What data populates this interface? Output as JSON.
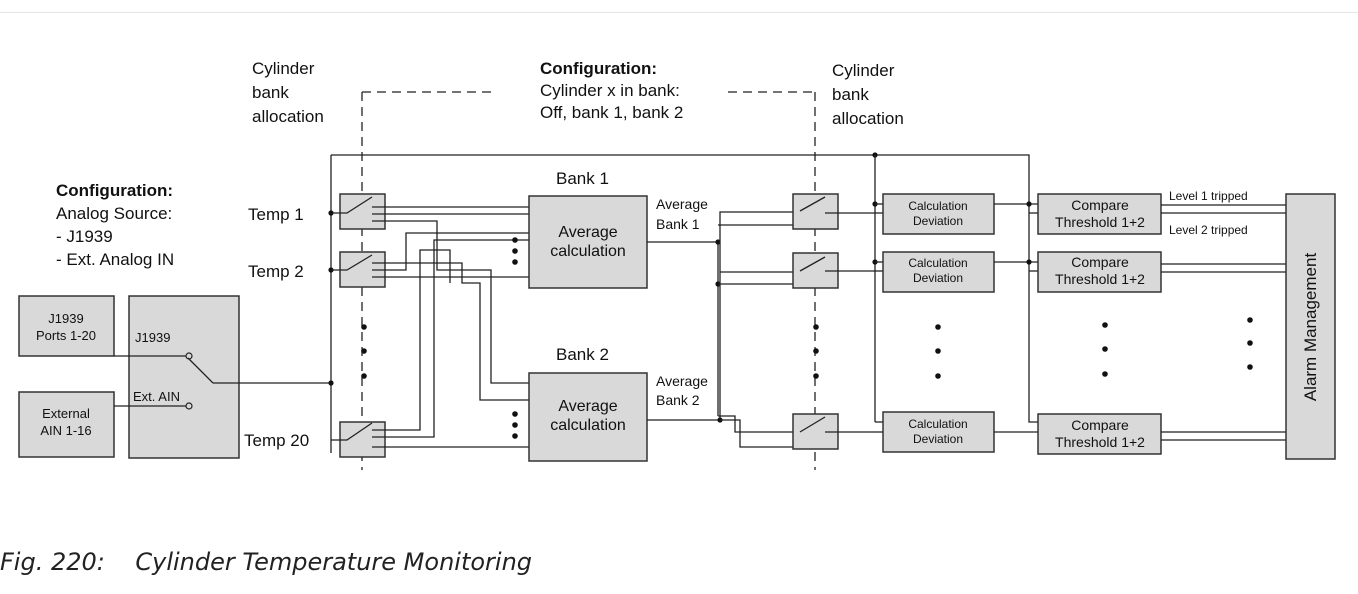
{
  "cfg_left": {
    "title": "Configuration:",
    "lines": [
      "Analog Source:",
      "- J1939",
      "- Ext. Analog IN"
    ]
  },
  "cfg_top": {
    "title": "Configuration:",
    "lines": [
      "Cylinder x in bank:",
      "Off, bank 1, bank 2"
    ]
  },
  "alloc_left": [
    "Cylinder",
    "bank",
    "allocation"
  ],
  "alloc_right": [
    "Cylinder",
    "bank",
    "allocation"
  ],
  "sources": {
    "j1939_box": [
      "J1939",
      "Ports 1-20"
    ],
    "ext_box": [
      "External",
      "AIN 1-16"
    ],
    "j1939_label": "J1939",
    "ext_label": "Ext. AIN"
  },
  "temps": [
    "Temp 1",
    "Temp 2",
    "Temp 20"
  ],
  "banks": {
    "bank1_title": "Bank 1",
    "bank2_title": "Bank 2",
    "avg_block": [
      "Average",
      "calculation"
    ],
    "avg1_out": [
      "Average",
      "Bank 1"
    ],
    "avg2_out": [
      "Average",
      "Bank 2"
    ]
  },
  "deviation_block": [
    "Calculation",
    "Deviation"
  ],
  "compare_block": [
    "Compare",
    "Threshold 1+2"
  ],
  "level1": "Level 1 tripped",
  "level2": "Level 2 tripped",
  "alarm": "Alarm Management",
  "caption": {
    "label": "Fig. 220:",
    "title": "Cylinder Temperature Monitoring"
  }
}
